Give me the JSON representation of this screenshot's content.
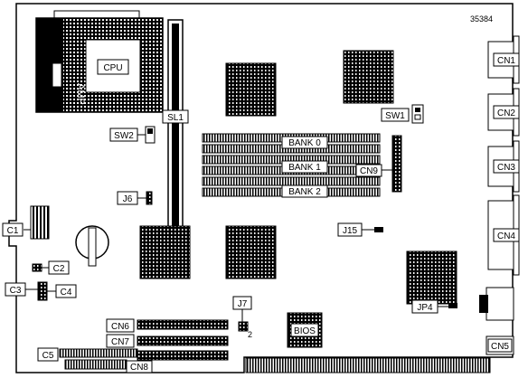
{
  "figure_id": "35384",
  "labels": {
    "cpu": "CPU",
    "amp": "AMP",
    "sl1": "SL1",
    "sw1": "SW1",
    "sw2": "SW2",
    "bank0": "BANK 0",
    "bank1": "BANK 1",
    "bank2": "BANK 2",
    "cn1": "CN1",
    "cn2": "CN2",
    "cn3": "CN3",
    "cn4": "CN4",
    "cn5": "CN5",
    "cn6": "CN6",
    "cn7": "CN7",
    "cn8": "CN8",
    "cn9": "CN9",
    "c1": "C1",
    "c2": "C2",
    "c3": "C3",
    "c4": "C4",
    "c5": "C5",
    "j6": "J6",
    "j7": "J7",
    "j7_pin": "2",
    "j15": "J15",
    "jp4": "JP4",
    "bios": "BIOS"
  }
}
